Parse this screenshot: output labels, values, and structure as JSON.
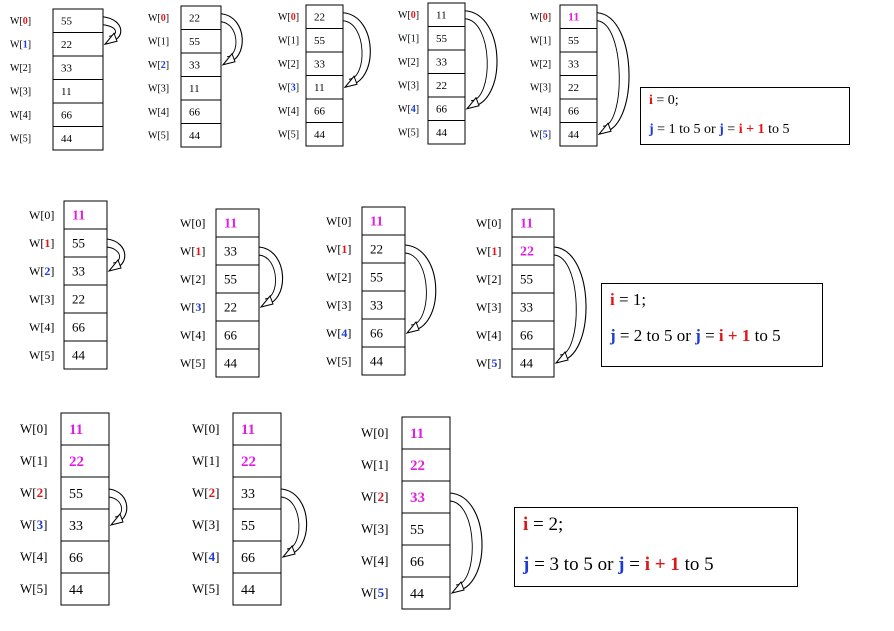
{
  "colors": {
    "red": "#e11515",
    "blue": "#1a3bd6",
    "magenta": "#e020e0",
    "black": "#000000"
  },
  "index_labels": [
    "W[0]",
    "W[1]",
    "W[2]",
    "W[3]",
    "W[4]",
    "W[5]"
  ],
  "panels": [
    {
      "values": [
        "55",
        "22",
        "33",
        "11",
        "66",
        "44"
      ],
      "hl": {
        "0": "red",
        "1": "blue"
      },
      "sorted": 0
    },
    {
      "values": [
        "22",
        "55",
        "33",
        "11",
        "66",
        "44"
      ],
      "hl": {
        "0": "red",
        "2": "blue"
      },
      "sorted": 0
    },
    {
      "values": [
        "22",
        "55",
        "33",
        "11",
        "66",
        "44"
      ],
      "hl": {
        "0": "red",
        "3": "blue"
      },
      "sorted": 0
    },
    {
      "values": [
        "11",
        "55",
        "33",
        "22",
        "66",
        "44"
      ],
      "hl": {
        "0": "red",
        "4": "blue"
      },
      "sorted": 0
    },
    {
      "values": [
        "11",
        "55",
        "33",
        "22",
        "66",
        "44"
      ],
      "hl": {
        "0": "red",
        "5": "blue"
      },
      "sorted": 1
    },
    {
      "values": [
        "11",
        "55",
        "33",
        "22",
        "66",
        "44"
      ],
      "hl": {
        "1": "red",
        "2": "blue"
      },
      "sorted": 1
    },
    {
      "values": [
        "11",
        "33",
        "55",
        "22",
        "66",
        "44"
      ],
      "hl": {
        "1": "red",
        "3": "blue"
      },
      "sorted": 1
    },
    {
      "values": [
        "11",
        "22",
        "55",
        "33",
        "66",
        "44"
      ],
      "hl": {
        "1": "red",
        "4": "blue"
      },
      "sorted": 1
    },
    {
      "values": [
        "11",
        "22",
        "55",
        "33",
        "66",
        "44"
      ],
      "hl": {
        "1": "red",
        "5": "blue"
      },
      "sorted": 2
    },
    {
      "values": [
        "11",
        "22",
        "55",
        "33",
        "66",
        "44"
      ],
      "hl": {
        "2": "red",
        "3": "blue"
      },
      "sorted": 2
    },
    {
      "values": [
        "11",
        "22",
        "33",
        "55",
        "66",
        "44"
      ],
      "hl": {
        "2": "red",
        "4": "blue"
      },
      "sorted": 2
    },
    {
      "values": [
        "11",
        "22",
        "33",
        "55",
        "66",
        "44"
      ],
      "hl": {
        "2": "red",
        "5": "blue"
      },
      "sorted": 3
    }
  ],
  "info_boxes": [
    {
      "i_letter": "i",
      "i_value": " = 0;",
      "j_letter": "j",
      "j_range": " = 1 to 5  or ",
      "j_letter2": "j",
      "j_eq": " = ",
      "j_expr": "i + 1",
      "j_to": "  to 5"
    },
    {
      "i_letter": "i",
      "i_value": "  = 1;",
      "j_letter": "j",
      "j_range": " = 2 to 5  or ",
      "j_letter2": "j",
      "j_eq": " = ",
      "j_expr": "i + 1",
      "j_to": "  to 5"
    },
    {
      "i_letter": "i",
      "i_value": "  = 2;",
      "j_letter": "j",
      "j_range": " = 3 to 5  or ",
      "j_letter2": "j",
      "j_eq": " = ",
      "j_expr": "i + 1",
      "j_to": "  to 5"
    }
  ]
}
